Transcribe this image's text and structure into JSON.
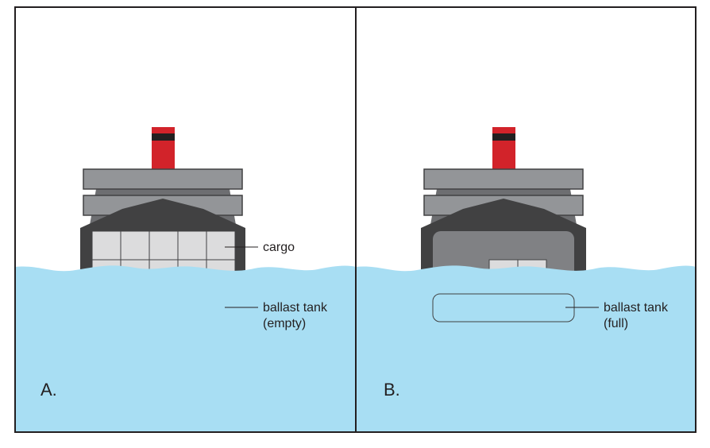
{
  "colors": {
    "water": "#a8def3",
    "hull": "#414142",
    "hold": "#808184",
    "cargo": "#dcdcdd",
    "deck": "#939598",
    "stack_red": "#d2232a",
    "stack_black": "#231f20",
    "frame": "#231f20"
  },
  "panels": [
    {
      "letter": "A.",
      "cargo_label": "cargo",
      "ballast_label_line1": "ballast tank",
      "ballast_label_line2": "(empty)",
      "cargo_grid": {
        "rows": 2,
        "cols": 5
      },
      "ballast_tank_state": "empty"
    },
    {
      "letter": "B.",
      "ballast_label_line1": "ballast tank",
      "ballast_label_line2": "(full)",
      "cargo_grid": {
        "rows": 1,
        "cols": 2
      },
      "ballast_tank_state": "full"
    }
  ]
}
